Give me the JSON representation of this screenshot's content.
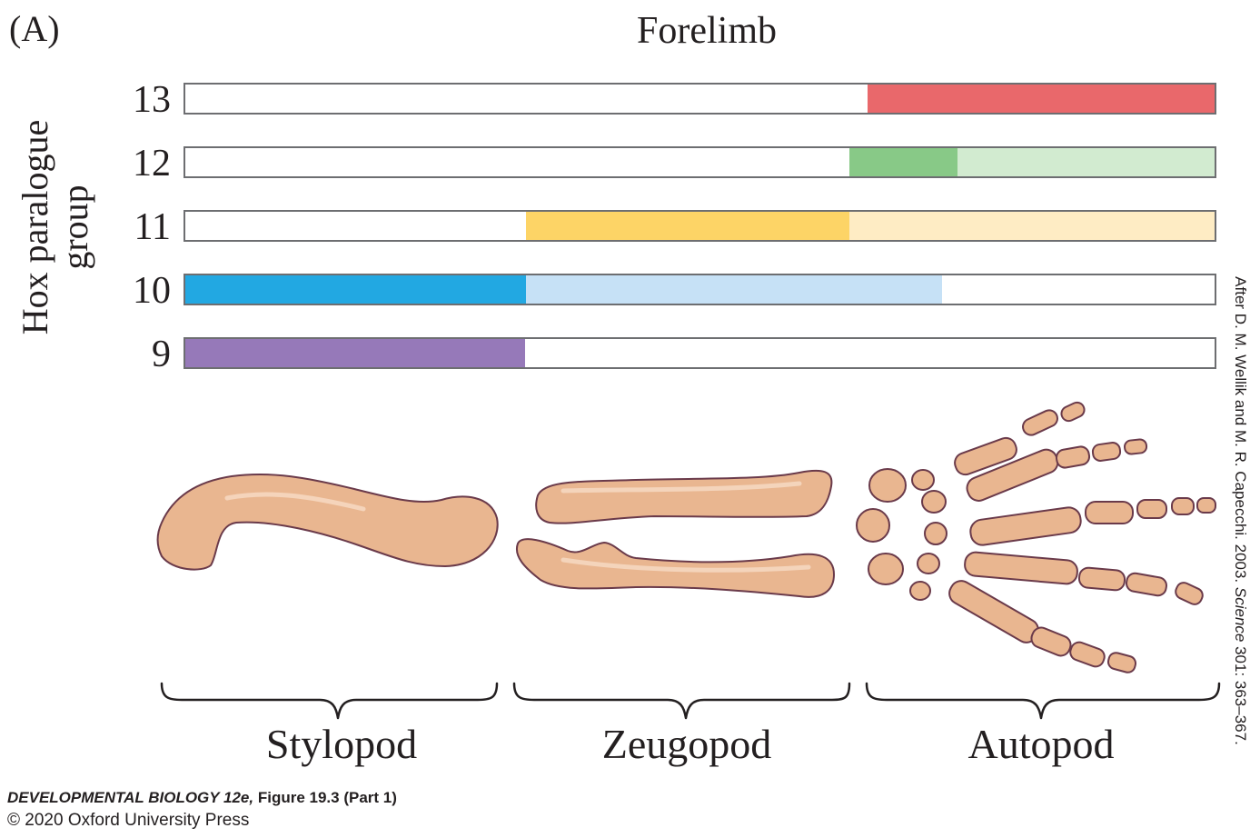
{
  "panel_label": "(A)",
  "title": "Forelimb",
  "y_axis_label": "Hox paralogue group",
  "y_axis_label_lines": [
    "Hox paralogue",
    "group"
  ],
  "rows": [
    {
      "group": "13",
      "segments": [
        {
          "start": 0.663,
          "end": 1.0,
          "color": "#e9686b"
        }
      ]
    },
    {
      "group": "12",
      "segments": [
        {
          "start": 0.645,
          "end": 0.75,
          "color": "#88c987"
        },
        {
          "start": 0.75,
          "end": 1.0,
          "color": "#d2ebd0"
        }
      ]
    },
    {
      "group": "11",
      "segments": [
        {
          "start": 0.331,
          "end": 0.645,
          "color": "#fdd466"
        },
        {
          "start": 0.645,
          "end": 1.0,
          "color": "#feecc4"
        }
      ]
    },
    {
      "group": "10",
      "segments": [
        {
          "start": 0.0,
          "end": 0.331,
          "color": "#22a8e2"
        },
        {
          "start": 0.331,
          "end": 0.735,
          "color": "#c6e1f6"
        }
      ]
    },
    {
      "group": "9",
      "segments": [
        {
          "start": 0.0,
          "end": 0.33,
          "color": "#9679b9"
        }
      ]
    }
  ],
  "regions": [
    {
      "label": "Stylopod"
    },
    {
      "label": "Zeugopod"
    },
    {
      "label": "Autopod"
    }
  ],
  "credit": {
    "prefix": "After D. M. Wellik and M. R. Capecchi. 2003. ",
    "journal": "Science",
    "suffix": " 301: 363–367."
  },
  "footer": {
    "book": "DEVELOPMENTAL BIOLOGY 12e,",
    "figure": " Figure 19.3 (Part 1)",
    "copyright": "© 2020 Oxford University Press"
  },
  "colors": {
    "bone": "#e9b690",
    "bone_outline": "#6a3a4a",
    "bone_highlight": "#f7dcc6",
    "bar_border": "#6d6e71"
  }
}
